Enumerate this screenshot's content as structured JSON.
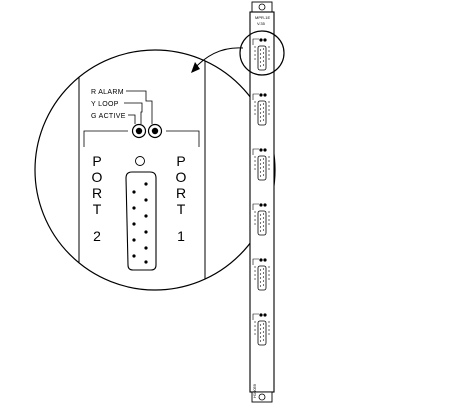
{
  "figure": {
    "led_labels": {
      "alarm": "R ALARM",
      "loop": "Y LOOP",
      "active": "G ACTIVE"
    },
    "port_left": {
      "letters": [
        "P",
        "O",
        "R",
        "T"
      ],
      "number": "2"
    },
    "port_right": {
      "letters": [
        "P",
        "O",
        "R",
        "T"
      ],
      "number": "1"
    },
    "card_top_label": "MPR-1E",
    "card_top_sublabel": "V.35",
    "figure_code": "H10059",
    "connector_count": 6
  }
}
